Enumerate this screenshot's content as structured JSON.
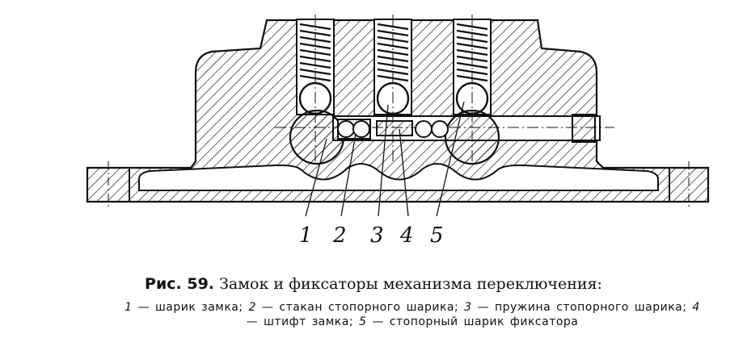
{
  "figure": {
    "callouts": [
      "1",
      "2",
      "3",
      "4",
      "5"
    ],
    "caption": {
      "label": "Рис. 59.",
      "title": "Замок и фиксаторы механизма переключения:"
    },
    "legend": [
      {
        "num": "1",
        "text": "шарик замка;"
      },
      {
        "num": "2",
        "text": "стакан стопорного шарика;"
      },
      {
        "num": "3",
        "text": "пружина стопорного шарика;"
      },
      {
        "num": "4",
        "text": "штифт замка;"
      },
      {
        "num": "5",
        "text": "стопорный шарик фиксатора"
      }
    ]
  }
}
